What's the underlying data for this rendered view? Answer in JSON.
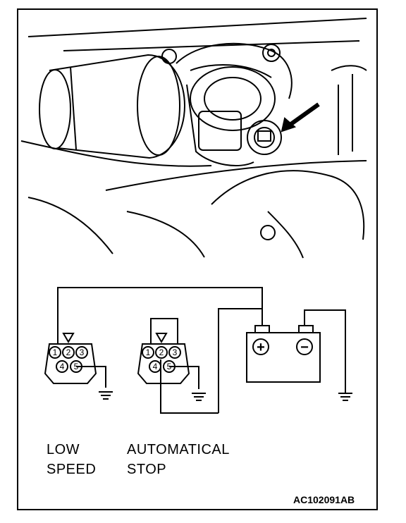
{
  "labels": {
    "low_line1": "LOW",
    "low_line2": "SPEED",
    "auto_line1": "AUTOMATICAL",
    "auto_line2": "STOP"
  },
  "figure_code": "AC102091AB",
  "connector_pins": [
    "1",
    "2",
    "3",
    "4",
    "5"
  ],
  "battery_terminals": {
    "positive": "+",
    "negative": "−"
  }
}
